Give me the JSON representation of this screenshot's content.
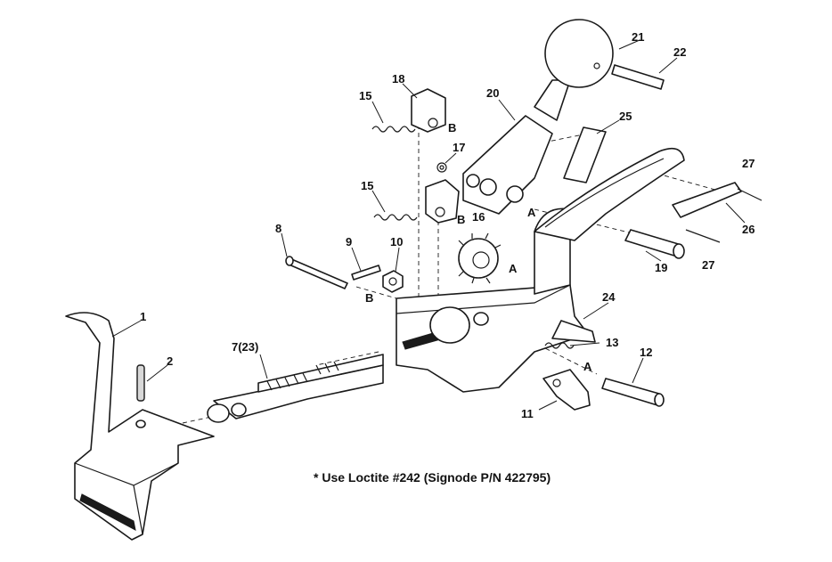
{
  "callouts": {
    "c1": "1",
    "c2": "2",
    "c7": "7(23)",
    "c8": "8",
    "c9": "9",
    "c10": "10",
    "c11": "11",
    "c12": "12",
    "c13": "13",
    "c15a": "15",
    "c15b": "15",
    "c16": "16",
    "c17": "17",
    "c18": "18",
    "c19": "19",
    "c20": "20",
    "c21": "21",
    "c22": "22",
    "c24": "24",
    "c25": "25",
    "c26": "26",
    "c27a": "27",
    "c27b": "27"
  },
  "refs": {
    "a1": "A",
    "a2": "A",
    "a3": "A",
    "b1": "B",
    "b2": "B",
    "b3": "B"
  },
  "note": "* Use Loctite #242 (Signode P/N 422795)"
}
